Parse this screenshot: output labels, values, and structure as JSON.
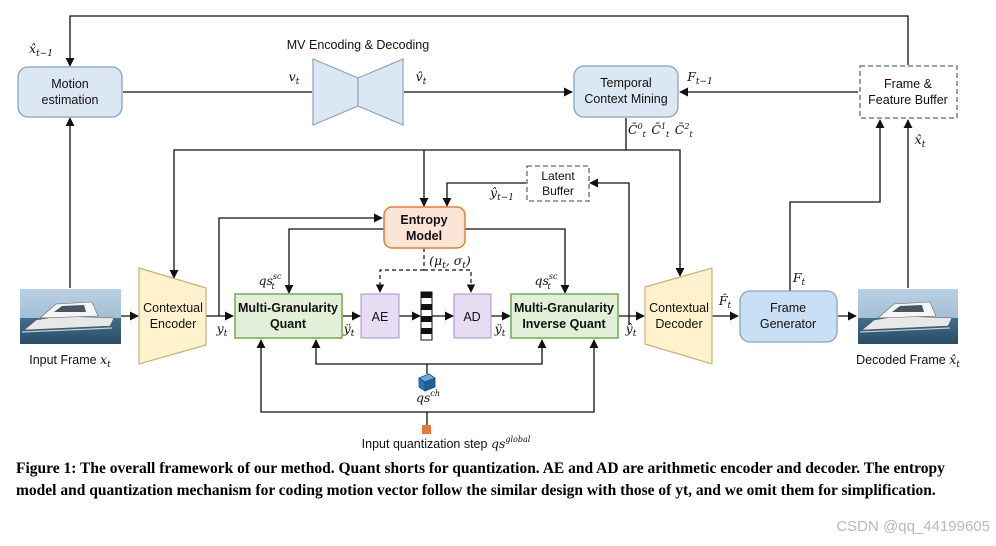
{
  "nodes": {
    "motion_estimation": [
      "Motion",
      "estimation"
    ],
    "mv_coding": "MV Encoding & Decoding",
    "temporal_context": [
      "Temporal",
      "Context Mining"
    ],
    "frame_buffer": [
      "Frame &",
      "Feature Buffer"
    ],
    "latent_buffer": [
      "Latent",
      "Buffer"
    ],
    "entropy_model": [
      "Entropy",
      "Model"
    ],
    "contextual_encoder": [
      "Contextual",
      "Encoder"
    ],
    "mg_quant": [
      "Multi-Granularity",
      "Quant"
    ],
    "ae": "AE",
    "ad": "AD",
    "mg_inverse_quant": [
      "Multi-Granularity",
      "Inverse Quant"
    ],
    "contextual_decoder": [
      "Contextual",
      "Decoder"
    ],
    "frame_generator": [
      "Frame",
      "Generator"
    ]
  },
  "labels": {
    "x_hat_t_minus_1": "x̂t−1",
    "v_t": "vt",
    "v_hat_t": "v̂t",
    "F_t_minus_1": "Ft−1",
    "contexts": "C̄t0 C̄t1 C̄t2",
    "y_hat_t_minus_1": "ŷt−1",
    "x_hat_t_buffer": "x̂t",
    "mu_sigma": "(μt, σt)",
    "qs_sc_left": "qstsc",
    "qs_sc_right": "qstsc",
    "y_t": "yt",
    "y_ddot_left": "ÿt",
    "y_ddot_right": "ÿt",
    "y_hat_t": "ŷt",
    "F_hat_t": "F̂t",
    "F_t": "Ft",
    "qs_ch": "qsch",
    "input_frame": "Input Frame xt",
    "decoded_frame": "Decoded Frame x̂t",
    "input_qstep": "Input quantization step qsglobal"
  },
  "caption": "Figure 1: The overall framework of our method. Quant shorts for quantization. AE and AD are arithmetic encoder and decoder. The entropy model and quantization mechanism for coding motion vector follow the similar design with those of yt, and we omit them for simplification.",
  "watermark": "CSDN @qq_44199605",
  "colors": {
    "blue_fill": "#dbe7f3",
    "blue_stroke": "#8aa2bd",
    "green_fill": "#e2f0d9",
    "green_stroke": "#70ad47",
    "orange_fill": "#fbe5d6",
    "orange_stroke": "#ed7d31",
    "purple_fill": "#e6ddf2",
    "yellow_fill": "#fff2cc",
    "frame_gen_fill": "#c9dff5",
    "dashed_stroke": "#4f6c9a",
    "qs_global_marker": "#e07b39"
  },
  "icons": [
    "encoder-trapezoid-icon",
    "decoder-trapezoid-icon",
    "bitstream-icon",
    "channel-cube-icon",
    "photo-boat-icon",
    "quantization-step-marker-icon"
  ]
}
